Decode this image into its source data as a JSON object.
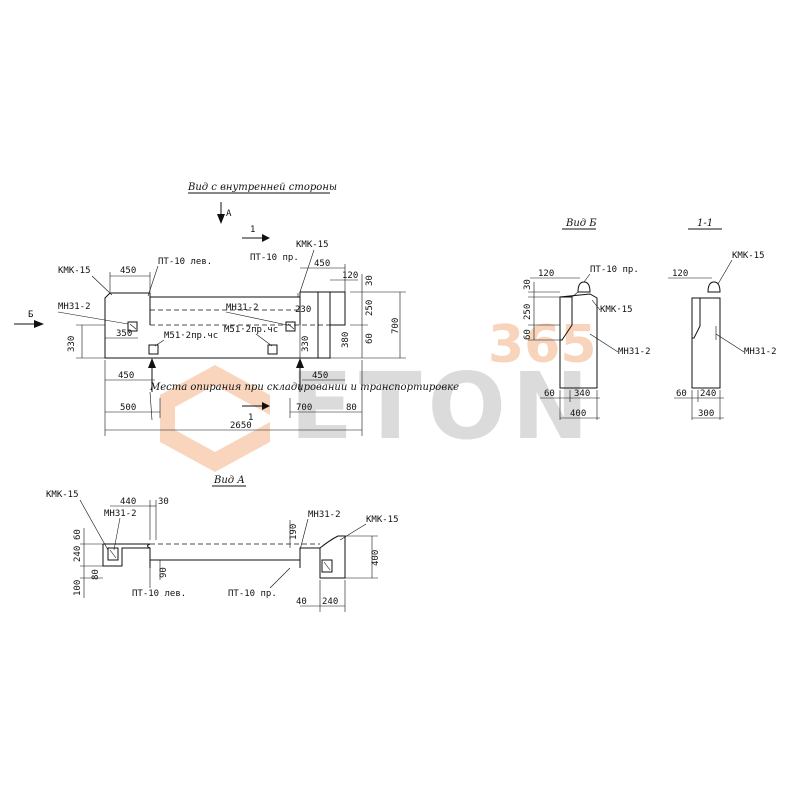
{
  "views": {
    "inner_view_title": "Вид с внутренней стороны",
    "view_a_title": "Вид А",
    "view_b_title": "Вид Б",
    "section_title": "1-1",
    "support_note": "Места опирания при складировании и транспортировке"
  },
  "markers": {
    "a": "А",
    "b": "Б",
    "one": "1"
  },
  "parts": {
    "kmk15": "КМК-15",
    "kmk15_b": "КМК·15",
    "mn31": "МН31-2",
    "pt10_left": "ПТ-10 лев.",
    "pt10_right": "ПТ-10 пр.",
    "pt10_b": "ПТ-10 пр.",
    "m51": "М51·2пр.чс"
  },
  "dims": {
    "d450": "450",
    "d120": "120",
    "d30": "30",
    "d230": "230",
    "d250": "250",
    "d700": "700",
    "d380": "380",
    "d60": "60",
    "d350": "350",
    "d330": "330",
    "d500": "500",
    "d80": "80",
    "d2650": "2650",
    "d440": "440",
    "d190": "190",
    "d240": "240",
    "d90": "90",
    "d100": "100",
    "d400": "400",
    "d40": "40",
    "d340": "340",
    "d300": "300"
  },
  "watermark": {
    "brand": "ETON",
    "number": "365"
  }
}
